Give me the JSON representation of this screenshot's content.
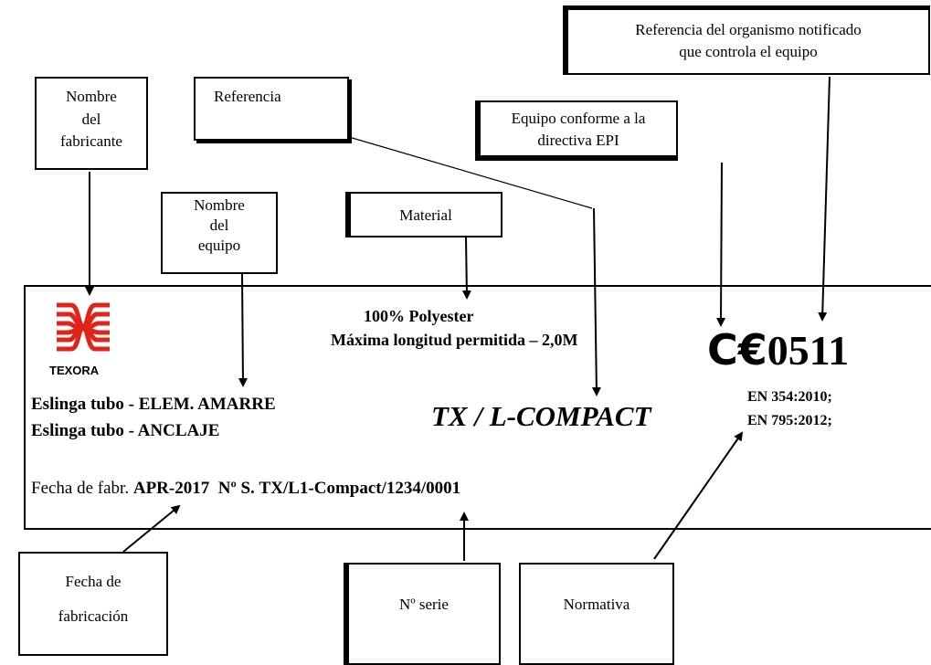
{
  "callouts": {
    "manufacturer_name": [
      "Nombre",
      "del",
      "fabricante"
    ],
    "reference": "Referencia",
    "equipment_name": [
      "Nombre",
      "del",
      "equipo"
    ],
    "material": "Material",
    "epi_conformity": [
      "Equipo conforme a la",
      "directiva EPI"
    ],
    "notified_body": [
      "Referencia del organismo notificado",
      "que controla el equipo"
    ],
    "manufacture_date": [
      "Fecha de",
      "fabricación"
    ],
    "serial_number": "Nº serie",
    "standards": "Normativa"
  },
  "label": {
    "brand": "TEXORA",
    "brand_color": "#e2231a",
    "material": "100% Polyester",
    "max_length": "Máxima longitud permitida – 2,0M",
    "product_lines": [
      "Eslinga tubo - ELEM. AMARRE",
      "Eslinga tubo - ANCLAJE"
    ],
    "model": "TX / L-COMPACT",
    "ce_mark": "C€",
    "notified_body_number": "0511",
    "standards": [
      "EN 354:2010;",
      "EN 795:2012;"
    ],
    "date_label": "Fecha de fabr.",
    "date_value": "APR-2017",
    "serial_label": "Nº S.",
    "serial_value": "TX/L1-Compact/1234/0001"
  }
}
